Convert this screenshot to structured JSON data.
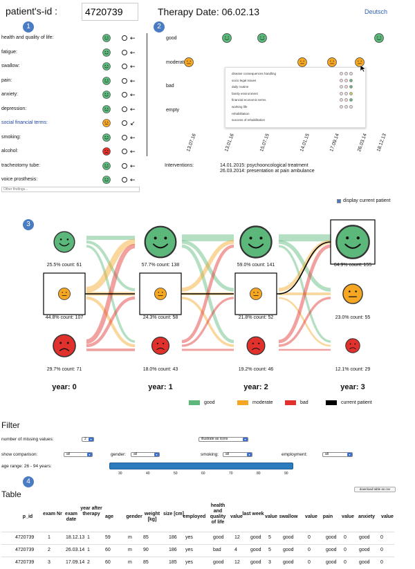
{
  "header": {
    "patient_label": "patient's-id :",
    "patient_id": "4720739",
    "therapy_date": "Therapy Date: 06.02.13",
    "language_link": "Deutsch"
  },
  "panels": {
    "p1": "1",
    "p2": "2",
    "p3": "3",
    "p4": "4"
  },
  "questionnaire": [
    {
      "label": "health and quality of life:",
      "state": "good",
      "trend": "←"
    },
    {
      "label": "fatigue:",
      "state": "good",
      "trend": "←"
    },
    {
      "label": "swallow:",
      "state": "good",
      "trend": "←"
    },
    {
      "label": "pain:",
      "state": "good",
      "trend": "←"
    },
    {
      "label": "anxiety:",
      "state": "good",
      "trend": "←"
    },
    {
      "label": "depression:",
      "state": "good",
      "trend": "←"
    },
    {
      "label": "social financial terms:",
      "state": "moderate",
      "trend": "↙"
    },
    {
      "label": "smoking:",
      "state": "good",
      "trend": "←"
    },
    {
      "label": "alcohol:",
      "state": "bad",
      "trend": "←"
    },
    {
      "label": "tracheotomy tube:",
      "state": "good",
      "trend": "←"
    },
    {
      "label": "voice prosthesis:",
      "state": "good",
      "trend": "←"
    }
  ],
  "other_findings_placeholder": "Other findings...",
  "timeline": {
    "states": [
      "good",
      "moderate",
      "bad",
      "empty"
    ],
    "dates": [
      "13.07.16",
      "13.01.16",
      "15.07.15",
      "14.01.15",
      "17.09.14",
      "26.03.14",
      "18.12.13"
    ],
    "points": [
      {
        "date": "13.01.16",
        "state": "good"
      },
      {
        "date": "15.07.15",
        "state": "good"
      },
      {
        "date": "18.12.13",
        "state": "good"
      },
      {
        "date": "13.07.16",
        "state": "moderate"
      },
      {
        "date": "14.01.15",
        "state": "moderate"
      },
      {
        "date": "17.09.14",
        "state": "moderate"
      },
      {
        "date": "26.03.14",
        "state": "moderate"
      }
    ],
    "popup_items": [
      "disease consequences handling",
      "socio legal issues",
      "daily routine",
      "family environment",
      "financial economic terms",
      "working life",
      "rehabilitation",
      "success of rehabilitation"
    ]
  },
  "interventions": {
    "label": "Interventions:",
    "lines": [
      "14.01.2015: psychooncological treatment",
      "26.03.2014: presentation at pain ambulance"
    ]
  },
  "display_current_patient": "display current patient",
  "cohort": {
    "years": [
      "year: 0",
      "year: 1",
      "year: 2",
      "year: 3"
    ],
    "good": [
      "25.5% count: 61",
      "57.7% count: 138",
      "59.0% count: 141",
      "64.9% count: 155"
    ],
    "moderate": [
      "44.8% count: 107",
      "24.3% count: 58",
      "21.8% count: 52",
      "23.0% count: 55"
    ],
    "bad": [
      "29.7% count: 71",
      "18.0% count: 43",
      "19.2% count: 46",
      "12.1% count: 29"
    ],
    "current_patient_path": [
      "moderate",
      "moderate",
      "moderate",
      "good"
    ],
    "legend": [
      {
        "label": "good",
        "color": "#5cb87a"
      },
      {
        "label": "moderate",
        "color": "#f5a623"
      },
      {
        "label": "bad",
        "color": "#e0312d"
      },
      {
        "label": "current patient",
        "color": "#000000"
      }
    ]
  },
  "filter": {
    "title": "Filter",
    "missing_label": "number of missing values:",
    "missing_value": "2",
    "illustrate_value": "illustrate as icons",
    "comparison_label": "show comparison:",
    "comparison_value": "all",
    "gender_label": "gender:",
    "gender_value": "all",
    "smoking_label": "smoking:",
    "smoking_value": "all",
    "employment_label": "employment:",
    "employment_value": "all",
    "age_label": "age range: 26 - 94 years:",
    "ticks": [
      "30",
      "40",
      "50",
      "60",
      "70",
      "80",
      "90"
    ],
    "age_range": [
      26,
      94
    ]
  },
  "table": {
    "title": "Table",
    "download": "download table as csv",
    "headers": [
      "p_id",
      "exam Nr",
      "exam date",
      "year after therapy",
      "age",
      "gender",
      "weight [kg]",
      "size [cm]",
      "employed",
      "health and quality of life",
      "value",
      "last week",
      "value",
      "swallow",
      "value",
      "pain",
      "value",
      "anxiety",
      "value"
    ],
    "rows": [
      [
        "4720739",
        "1",
        "18.12.13",
        "1",
        "59",
        "m",
        "85",
        "186",
        "yes",
        "good",
        "12",
        "good",
        "5",
        "good",
        "0",
        "good",
        "0",
        "good",
        "0"
      ],
      [
        "4720739",
        "2",
        "26.03.14",
        "1",
        "60",
        "m",
        "90",
        "186",
        "yes",
        "bad",
        "4",
        "good",
        "5",
        "good",
        "0",
        "good",
        "0",
        "good",
        "0"
      ],
      [
        "4720739",
        "3",
        "17.09.14",
        "2",
        "60",
        "m",
        "85",
        "185",
        "yes",
        "good",
        "12",
        "good",
        "3",
        "good",
        "0",
        "good",
        "0",
        "good",
        "0"
      ]
    ]
  }
}
